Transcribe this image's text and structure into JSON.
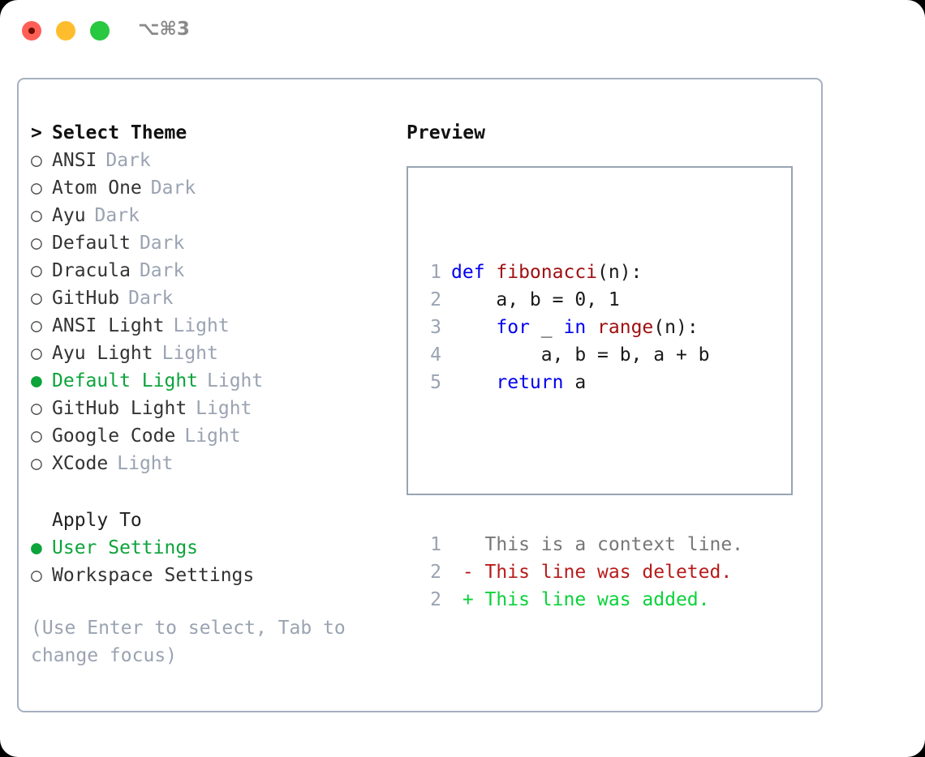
{
  "window": {
    "shortcut": "⌥⌘3",
    "traffic_lights": [
      {
        "name": "close-button",
        "color": "#ff5f57"
      },
      {
        "name": "minimize-button",
        "color": "#ffbd2e"
      },
      {
        "name": "maximize-button",
        "color": "#28c840"
      }
    ]
  },
  "theme_picker": {
    "title": "Select Theme",
    "title_marker": ">",
    "marker_unselected": "○",
    "marker_selected": "●",
    "items": [
      {
        "name": "ANSI",
        "kind": "Dark",
        "selected": false
      },
      {
        "name": "Atom One",
        "kind": "Dark",
        "selected": false
      },
      {
        "name": "Ayu",
        "kind": "Dark",
        "selected": false
      },
      {
        "name": "Default",
        "kind": "Dark",
        "selected": false
      },
      {
        "name": "Dracula",
        "kind": "Dark",
        "selected": false
      },
      {
        "name": "GitHub",
        "kind": "Dark",
        "selected": false
      },
      {
        "name": "ANSI Light",
        "kind": "Light",
        "selected": false
      },
      {
        "name": "Ayu Light",
        "kind": "Light",
        "selected": false
      },
      {
        "name": "Default Light",
        "kind": "Light",
        "selected": true
      },
      {
        "name": "GitHub Light",
        "kind": "Light",
        "selected": false
      },
      {
        "name": "Google Code",
        "kind": "Light",
        "selected": false
      },
      {
        "name": "XCode",
        "kind": "Light",
        "selected": false
      }
    ]
  },
  "apply_to": {
    "title": "Apply To",
    "items": [
      {
        "name": "User Settings",
        "selected": true
      },
      {
        "name": "Workspace Settings",
        "selected": false
      }
    ]
  },
  "hint": "(Use Enter to select, Tab to change focus)",
  "preview": {
    "title": "Preview",
    "code_lines": [
      {
        "lno": "1",
        "tokens": [
          {
            "t": "def ",
            "c": "kw"
          },
          {
            "t": "fibonacci",
            "c": "fn"
          },
          {
            "t": "(n):",
            "c": "txt"
          }
        ]
      },
      {
        "lno": "2",
        "tokens": [
          {
            "t": "    a, b = 0, 1",
            "c": "txt"
          }
        ]
      },
      {
        "lno": "3",
        "tokens": [
          {
            "t": "    ",
            "c": "txt"
          },
          {
            "t": "for",
            "c": "kw"
          },
          {
            "t": " _ ",
            "c": "txt"
          },
          {
            "t": "in",
            "c": "kw"
          },
          {
            "t": " ",
            "c": "txt"
          },
          {
            "t": "range",
            "c": "fn"
          },
          {
            "t": "(n):",
            "c": "txt"
          }
        ]
      },
      {
        "lno": "4",
        "tokens": [
          {
            "t": "        a, b = b, a + b",
            "c": "txt"
          }
        ]
      },
      {
        "lno": "5",
        "tokens": [
          {
            "t": "    ",
            "c": "txt"
          },
          {
            "t": "return",
            "c": "kw"
          },
          {
            "t": " a",
            "c": "txt"
          }
        ]
      }
    ],
    "diff_lines": [
      {
        "lno": "1",
        "tokens": [
          {
            "t": "   This is a context line.",
            "c": "ctx"
          }
        ]
      },
      {
        "lno": "2",
        "tokens": [
          {
            "t": " - This line was deleted.",
            "c": "del"
          }
        ]
      },
      {
        "lno": "2",
        "tokens": [
          {
            "t": " + This line was added.",
            "c": "add"
          }
        ]
      }
    ]
  },
  "colors": {
    "accent_green": "#0ca43b",
    "diff_add": "#0ad23a",
    "diff_del": "#b81b1b",
    "keyword": "#0000ee",
    "function": "#a01010",
    "muted": "#9aa3b2",
    "border": "#a6b0c0"
  }
}
